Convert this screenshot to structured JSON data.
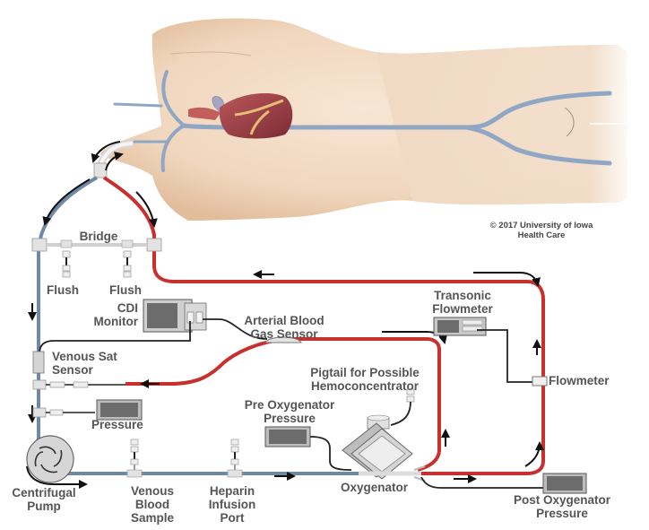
{
  "diagram": {
    "title": "ECMO circuit",
    "copyright": "© 2017 University of Iowa\nHealth Care",
    "colors": {
      "venous_tubing": "#6f88a6",
      "arterial_tubing": "#c8302e",
      "skin": "#f3dcc6",
      "vein": "#8fa6c4",
      "label_text": "#555555",
      "device_dark": "#5b5b5b",
      "device_light": "#cfcfcf"
    },
    "labels": {
      "bridge": "Bridge",
      "flush_left": "Flush",
      "flush_right": "Flush",
      "cdi_monitor": "CDI\nMonitor",
      "arterial_blood_gas_sensor": "Arterial Blood\nGas Sensor",
      "venous_sat_sensor": "Venous Sat\nSensor",
      "pressure": "Pressure",
      "transonic_flowmeter": "Transonic\nFlowmeter",
      "flowmeter": "Flowmeter",
      "pigtail": "Pigtail for Possible\nHemoconcentrator",
      "pre_oxygenator_pressure": "Pre Oxygenator\nPressure",
      "oxygenator": "Oxygenator",
      "post_oxygenator_pressure": "Post Oxygenator\nPressure",
      "centrifugal_pump": "Centrifugal\nPump",
      "venous_blood_sample": "Venous\nBlood\nSample",
      "heparin_infusion_port": "Heparin\nInfusion\nPort"
    }
  }
}
